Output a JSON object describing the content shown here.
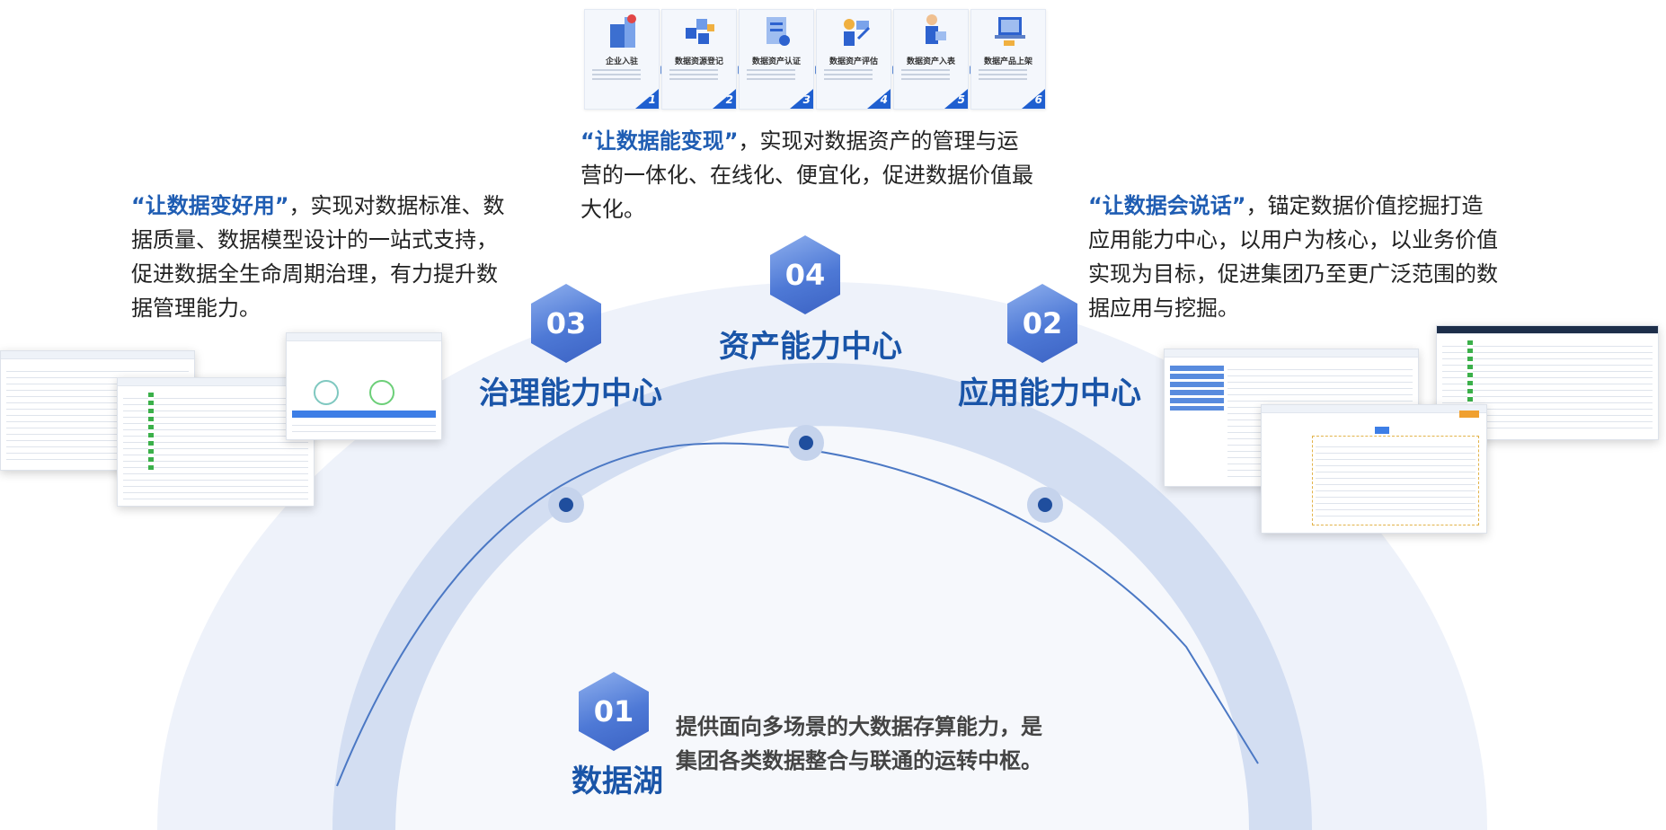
{
  "flow_steps": [
    {
      "num": "1",
      "title": "企业入驻",
      "icon": "building-icon"
    },
    {
      "num": "2",
      "title": "数据资源登记",
      "icon": "blocks-icon"
    },
    {
      "num": "3",
      "title": "数据资产认证",
      "icon": "certificate-icon"
    },
    {
      "num": "4",
      "title": "数据资产评估",
      "icon": "evaluation-icon"
    },
    {
      "num": "5",
      "title": "数据资产入表",
      "icon": "ledger-icon"
    },
    {
      "num": "6",
      "title": "数据产品上架",
      "icon": "laptop-icon"
    }
  ],
  "centers": {
    "c01": {
      "num": "01",
      "title": "数据湖"
    },
    "c02": {
      "num": "02",
      "title": "应用能力中心"
    },
    "c03": {
      "num": "03",
      "title": "治理能力中心"
    },
    "c04": {
      "num": "04",
      "title": "资产能力中心"
    }
  },
  "descriptions": {
    "d04": {
      "highlight": "“让数据能变现”",
      "text": "，实现对数据资产的管理与运营的一体化、在线化、便宜化，促进数据价值最大化。"
    },
    "d03": {
      "highlight": "“让数据变好用”",
      "text": "，实现对数据标准、数据质量、数据模型设计的一站式支持，促进数据全生命周期治理，有力提升数据管理能力。"
    },
    "d02": {
      "highlight": "“让数据会说话”",
      "text": "，锚定数据价值挖掘打造应用能力中心，以用户为核心，以业务价值实现为目标，促进集团乃至更广泛范围的数据应用与挖掘。"
    },
    "d01": {
      "line1": "提供面向多场景的大数据存算能力，是",
      "line2": "集团各类数据整合与联通的运转中枢。"
    }
  },
  "colors": {
    "accent": "#1f5db3",
    "hex_fill": "#4e79d6",
    "arc_light": "#dfe7f5",
    "arc_mid": "#c9d6ee",
    "node": "#1f4e9e"
  }
}
